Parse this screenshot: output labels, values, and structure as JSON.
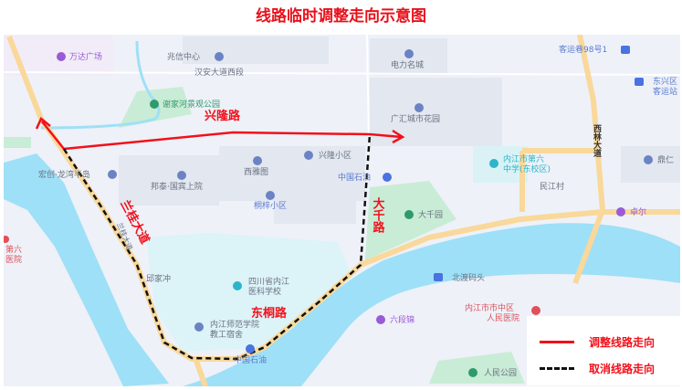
{
  "title": "线路临时调整走向示意图",
  "roads": {
    "xinglong": "兴隆路",
    "langui": "兰桂大道",
    "daqian": "大千路",
    "dongtong": "东桐路",
    "langui_base": "兰桂大道",
    "hanan": "汉安大道西段",
    "xilin": "西林大道"
  },
  "pois": {
    "wanda": "万达广场",
    "zhaoxin": "兆信中心",
    "dianli": "电力名城",
    "keyun98": "客运巷98号1",
    "dongxing1": "东兴区",
    "dongxing2": "客运站",
    "xiejiahe": "谢家河景观公园",
    "guanghui": "广汇城市花园",
    "hongchuang": "宏创·龙湾半岛",
    "bangtai": "邦泰·国宾上院",
    "xiya": "西雅图",
    "xinglong_xq": "兴隆小区",
    "tongzi": "桐梓小区",
    "sinopec1": "中国石油",
    "school6_1": "内江市第六",
    "school6_2": "中学(东校区)",
    "minjiang": "民江村",
    "dingren": "鼎仁",
    "daqianyuan": "大千园",
    "zhuoer": "卓尔",
    "hosp6_1": "第六",
    "hosp6_2": "医院",
    "qiujiachong": "邱家冲",
    "med1": "四川省内江",
    "med2": "医科学校",
    "beidu": "北渡码头",
    "shifan1": "内江师范学院",
    "shifan2": "教工宿舍",
    "sinopec2": "中国石油",
    "liuduan": "六段锦",
    "renmin1": "内江市市中区",
    "renmin2": "人民医院",
    "park": "人民公园"
  },
  "legend": {
    "adjusted": "调整线路走向",
    "cancelled": "取消线路走向"
  },
  "colors": {
    "adjusted": "#f2101a",
    "cancelled": "#111111",
    "river": "#9ee0f7",
    "road": "#f9d89a",
    "land": "#eef1f8"
  }
}
